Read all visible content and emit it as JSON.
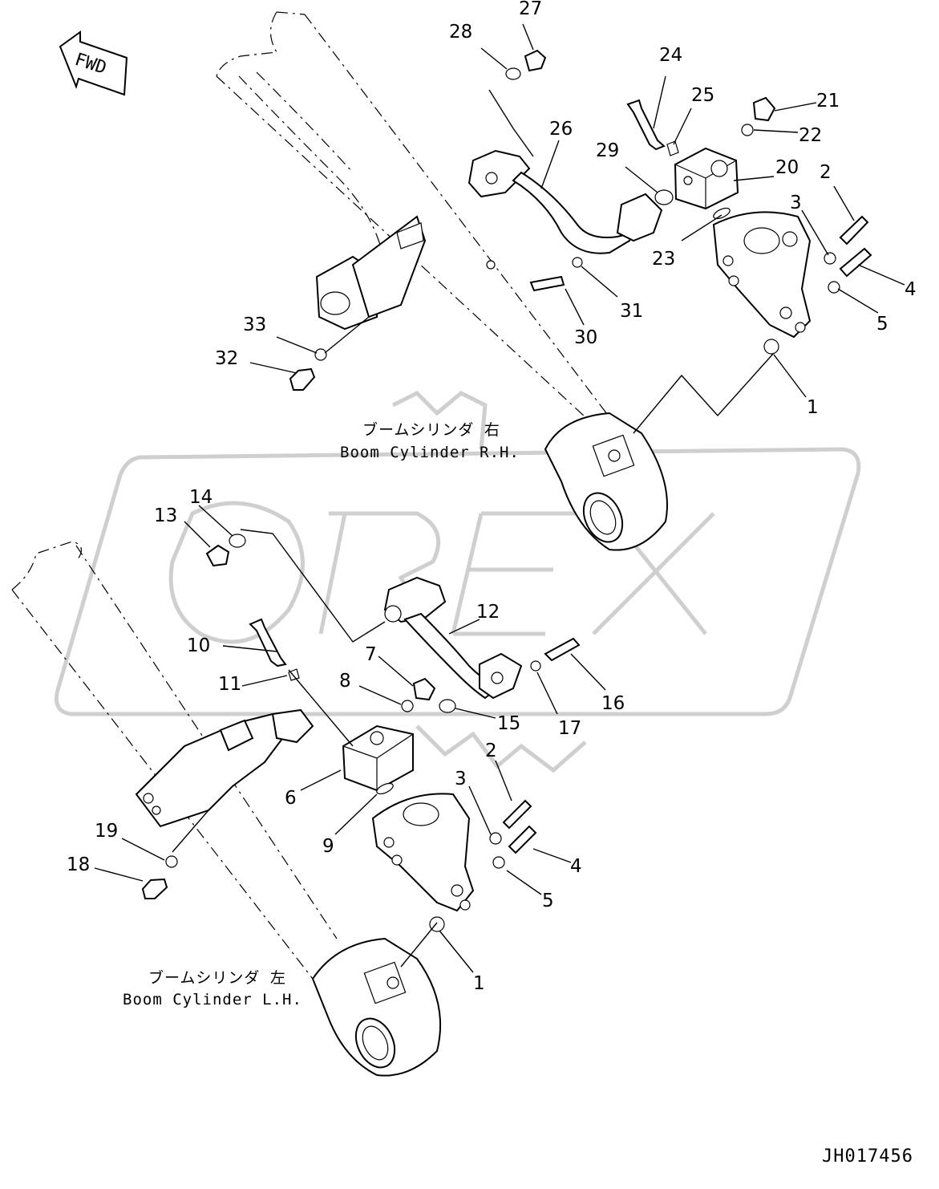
{
  "diagram": {
    "fwd_label": "FWD",
    "drawing_code": "JH017456",
    "captions": {
      "rh_jp": "ブームシリンダ 右",
      "rh_en": "Boom Cylinder R.H.",
      "lh_jp": "ブームシリンダ 左",
      "lh_en": "Boom Cylinder L.H."
    },
    "callouts": {
      "c27": "27",
      "c28": "28",
      "c24": "24",
      "c21": "21",
      "c25": "25",
      "c22": "22",
      "c26": "26",
      "c29": "29",
      "c20": "20",
      "c2a": "2",
      "c3a": "3",
      "c23": "23",
      "c4a": "4",
      "c5a": "5",
      "c31": "31",
      "c30": "30",
      "c33": "33",
      "c32": "32",
      "c1a": "1",
      "c14": "14",
      "c13": "13",
      "c12": "12",
      "c10": "10",
      "c7": "7",
      "c8": "8",
      "c11": "11",
      "c16": "16",
      "c15": "15",
      "c17": "17",
      "c2b": "2",
      "c3b": "3",
      "c6": "6",
      "c19": "19",
      "c9": "9",
      "c4b": "4",
      "c18": "18",
      "c5b": "5",
      "c1b": "1"
    }
  }
}
